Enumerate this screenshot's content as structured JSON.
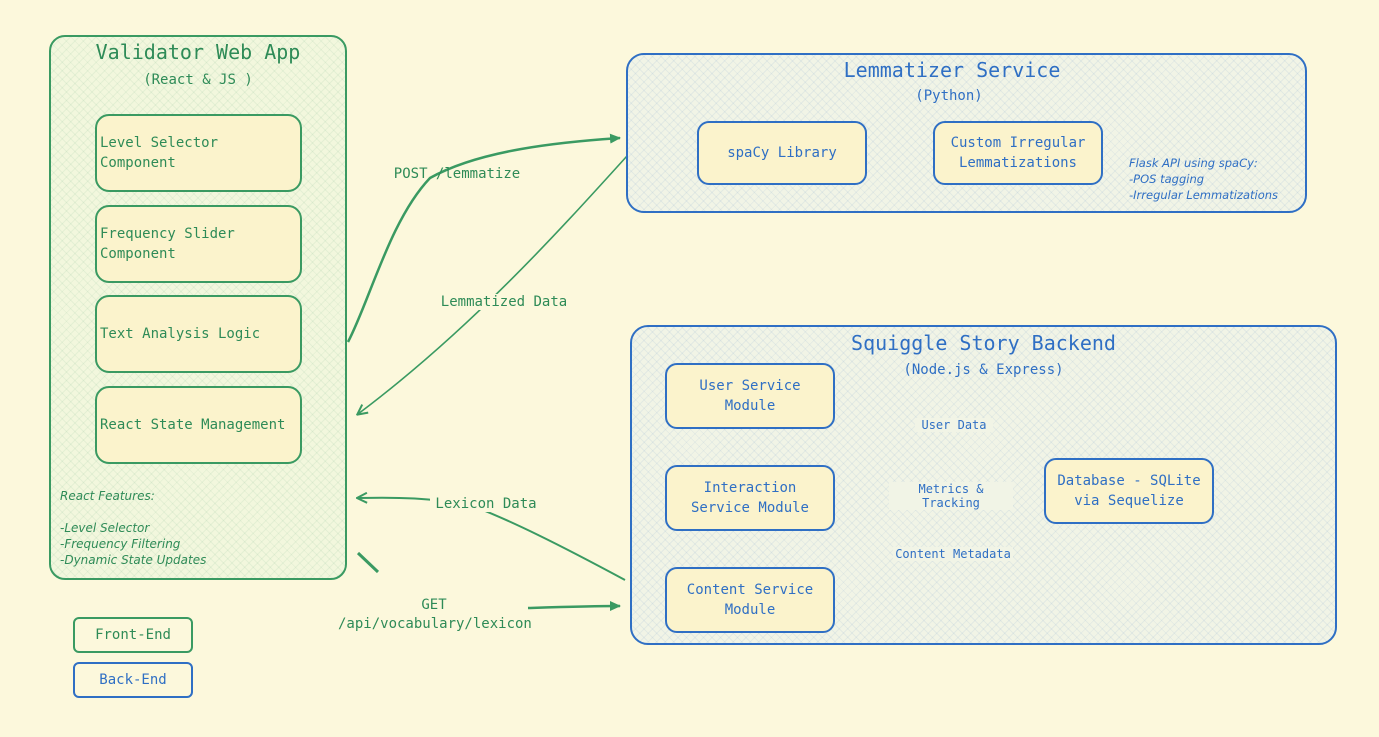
{
  "frontend": {
    "title": "Validator Web App",
    "subtitle": "(React & JS )",
    "components": [
      {
        "label": "Level Selector Component"
      },
      {
        "label": "Frequency Slider Component"
      },
      {
        "label": "Text Analysis Logic"
      },
      {
        "label": "React State Management"
      }
    ],
    "features_note": {
      "heading": "React Features:",
      "lines": [
        "-Level Selector",
        "-Frequency Filtering",
        "-Dynamic State Updates"
      ]
    }
  },
  "lemmatizer": {
    "title": "Lemmatizer Service",
    "subtitle": "(Python)",
    "components": [
      {
        "label": "spaCy Library"
      },
      {
        "label": "Custom Irregular Lemmatizations"
      }
    ],
    "note": {
      "heading": "Flask API using spaCy:",
      "lines": [
        "-POS tagging",
        "-Irregular Lemmatizations"
      ]
    }
  },
  "backend": {
    "title": "Squiggle Story Backend",
    "subtitle": "(Node.js & Express)",
    "modules": {
      "user": "User Service Module",
      "interaction": "Interaction Service Module",
      "content": "Content Service Module",
      "database": "Database - SQLite via Sequelize"
    }
  },
  "edges": {
    "post_lemmatize": "POST /lemmatize",
    "lemmatized_data": "Lemmatized Data",
    "lexicon_data": "Lexicon Data",
    "get_lexicon_line1": "GET",
    "get_lexicon_line2": "/api/vocabulary/lexicon",
    "user_data": "User Data",
    "metrics_tracking": "Metrics & Tracking",
    "content_metadata": "Content Metadata"
  },
  "legend": {
    "frontend": "Front-End",
    "backend": "Back-End"
  },
  "colors": {
    "background": "#fcf8dc",
    "frontend_green": "#2e8b57",
    "backend_blue": "#2f6fc4",
    "node_fill": "#fbf3cc"
  }
}
